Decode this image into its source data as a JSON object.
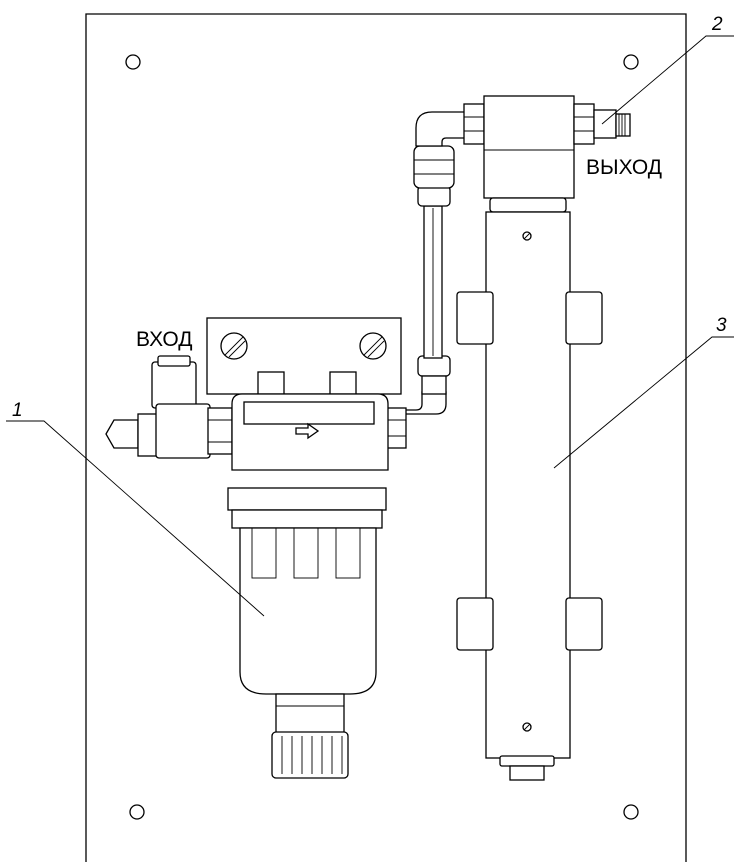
{
  "labels": {
    "inlet": "ВХОД",
    "outlet": "ВЫХОД"
  },
  "callouts": [
    {
      "number": "1",
      "target": "filter"
    },
    {
      "number": "2",
      "target": "outlet-fitting"
    },
    {
      "number": "3",
      "target": "uv-sterilizer"
    }
  ],
  "colors": {
    "line": "#000000",
    "background": "#ffffff"
  }
}
